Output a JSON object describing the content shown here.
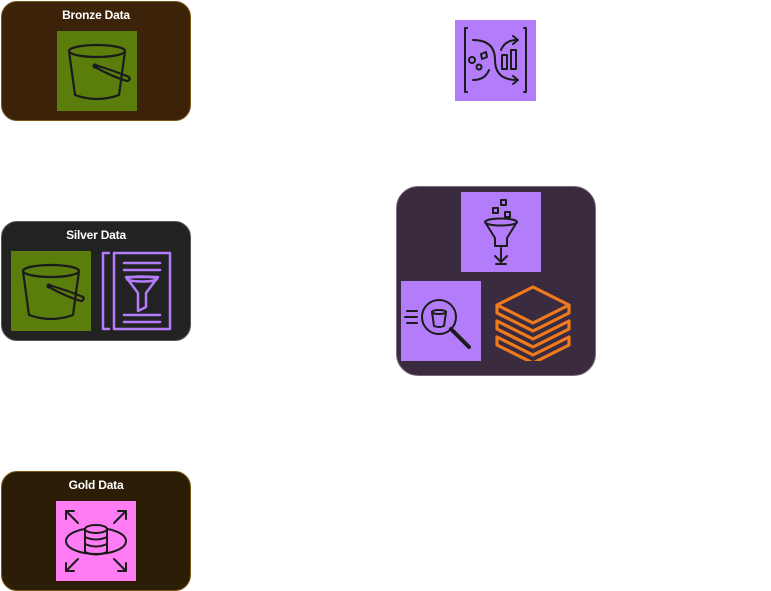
{
  "cards": {
    "bronze": {
      "title": "Bronze Data"
    },
    "silver": {
      "title": "Silver Data"
    },
    "gold": {
      "title": "Gold Data"
    }
  },
  "icons": {
    "bronze_bucket": "s3-bucket-icon",
    "silver_bucket": "s3-bucket-icon",
    "silver_filter": "filter-document-icon",
    "gold_database": "database-scale-icon",
    "top_service": "data-transform-icon",
    "funnel": "funnel-icon",
    "search_bucket": "bucket-search-icon",
    "layers": "databricks-layers-icon"
  },
  "colors": {
    "s3_green": "#5a7d0c",
    "service_purple": "#b37cfa",
    "database_pink": "#ff7cf5",
    "layers_orange": "#f07a1e"
  }
}
